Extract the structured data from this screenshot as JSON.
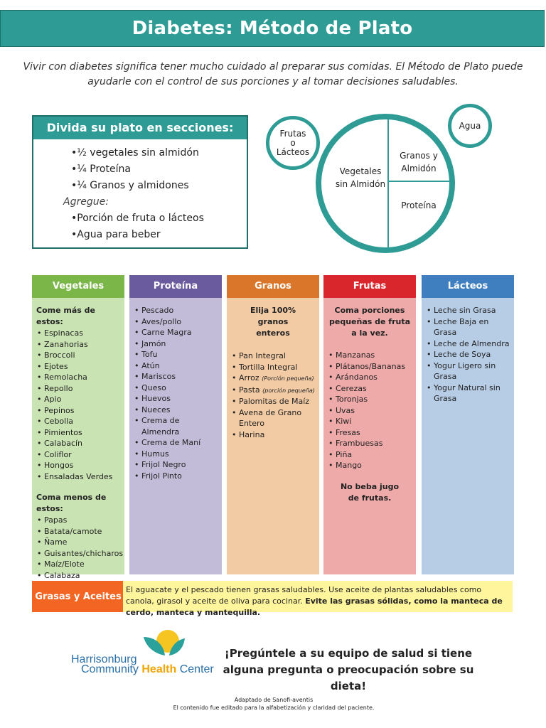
{
  "header": {
    "title": "Diabetes: Método de Plato"
  },
  "intro": "Vivir con diabetes significa tener mucho cuidado al preparar sus comidas. El Método de Plato puede ayudarle con el control de sus porciones y al tomar decisiones saludables.",
  "divide": {
    "title": "Divida su plato en secciones:",
    "items": [
      "½ vegetales sin almidón",
      "¼ Proteína",
      "¼ Granos y almidones"
    ],
    "add_label": "Agregue:",
    "add_items": [
      "Porción de fruta o lácteos",
      "Agua para beber"
    ]
  },
  "plate": {
    "vegetables": "Vegetales sin Almidón",
    "grains": "Granos y Almidón",
    "protein": "Proteína",
    "fruit_dairy": [
      "Frutas",
      "o",
      "Lácteos"
    ],
    "water": "Agua"
  },
  "columns": {
    "vegetales": {
      "title": "Vegetales",
      "color": "#7ab648",
      "bg": "#c9e3b2",
      "more_label": "Come más de estos:",
      "more": [
        "Espinacas",
        "Zanahorias",
        "Broccoli",
        "Ejotes",
        "Remolacha",
        "Repollo",
        "Apio",
        "Pepinos",
        "Cebolla",
        "Pimientos",
        "Calabacín",
        "Coliflor",
        "Hongos",
        "Ensaladas Verdes"
      ],
      "less_label": "Coma menos de estos:",
      "less": [
        "Papas",
        "Batata/camote",
        "Ñame",
        "Guisantes/chicharos",
        "Maíz/Elote",
        "Calabaza"
      ]
    },
    "proteina": {
      "title": "Proteína",
      "color": "#6a5a9e",
      "bg": "#c3bcd9",
      "items": [
        "Pescado",
        "Aves/pollo",
        "Carne Magra",
        "Jamón",
        "Tofu",
        "Atún",
        "Mariscos",
        "Queso",
        "Huevos",
        "Nueces",
        "Crema de Almendra",
        "Crema de Maní",
        "Humus",
        "Frijol Negro",
        "Frijol Pinto"
      ]
    },
    "granos": {
      "title": "Granos",
      "color": "#d9762a",
      "bg": "#f2cba5",
      "intro": "Elija 100% granos enteros",
      "items": [
        {
          "text": "Pan Integral"
        },
        {
          "text": "Tortilla Integral"
        },
        {
          "text": "Arroz",
          "note": "(Porción pequeña)"
        },
        {
          "text": "Pasta",
          "note": "(porción pequeña)"
        },
        {
          "text": "Palomitas de Maíz"
        },
        {
          "text": "Avena de Grano Entero"
        },
        {
          "text": "Harina"
        }
      ]
    },
    "frutas": {
      "title": "Frutas",
      "color": "#d9262c",
      "bg": "#eeaaa9",
      "intro": "Coma porciones pequeñas de fruta a la vez.",
      "items": [
        "Manzanas",
        "Plátanos/Bananas",
        "Arándanos",
        "Cerezas",
        "Toronjas",
        "Uvas",
        "Kiwi",
        "Fresas",
        "Frambuesas",
        "Piña",
        "Mango"
      ],
      "note": "No beba jugo de frutas."
    },
    "lacteos": {
      "title": "Lácteos",
      "color": "#3f7fc0",
      "bg": "#b7cde6",
      "items": [
        "Leche sin Grasa",
        "Leche Baja en Grasa",
        "Leche de Almendra",
        "Leche de Soya",
        "Yogur Ligero sin Grasa",
        "Yogur Natural sin Grasa"
      ]
    }
  },
  "fats": {
    "label": "Grasas y Aceites",
    "text": "El aguacate y el pescado tienen grasas saludables. Use aceite de plantas saludables como canola, girasol y aceite de oliva para cocinar.",
    "bold": "Evite las grasas sólidas, como la manteca de cerdo, manteca y mantequilla."
  },
  "logo": {
    "line1": "Harrisonburg",
    "line2a": "Community ",
    "line2b": "Health",
    "line2c": " Center"
  },
  "ask": "¡Pregúntele a su equipo de salud si tiene alguna pregunta o preocupación sobre su dieta!",
  "footer": {
    "line1": "Adaptado de Sanofi-aventis",
    "line2": "El contenido fue editado para la alfabetización y claridad del paciente."
  }
}
